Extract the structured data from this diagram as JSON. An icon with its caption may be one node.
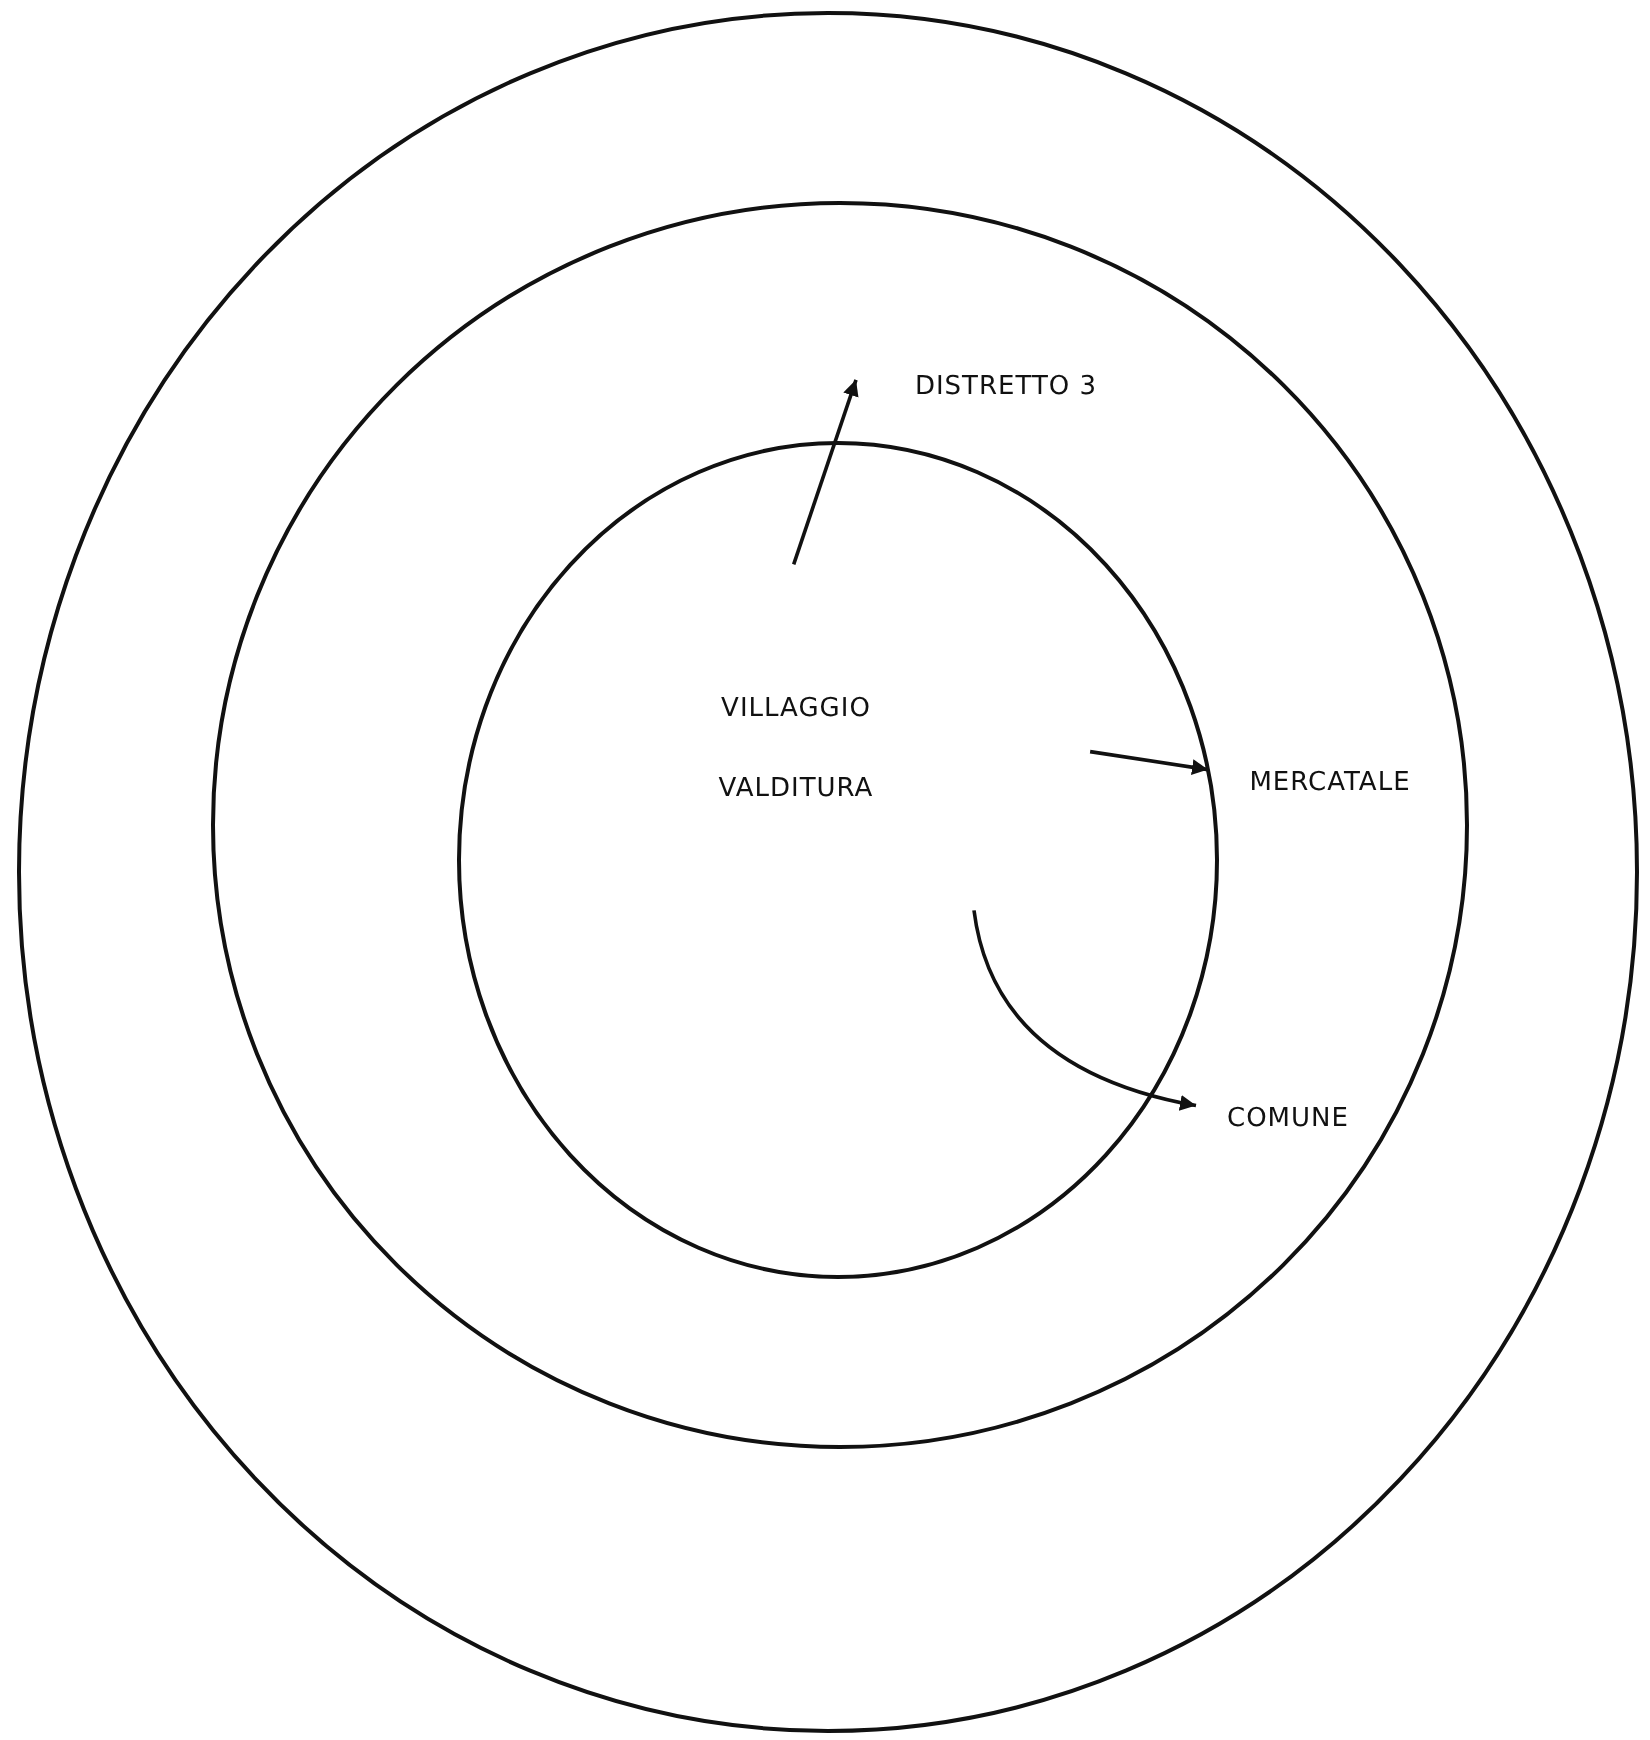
{
  "diagram": {
    "nodes": [
      {
        "text": [],
        "shape": "circle"
      },
      {
        "text": [],
        "shape": "circle",
        "in": 0
      },
      {
        "text": [
          "VILLAGGIO VALDITURA"
        ],
        "in": 1
      },
      {
        "text": [
          "DISTRETTO 3"
        ],
        "in": 1
      },
      {
        "text": [
          "MERCATALE"
        ],
        "in": 1
      },
      {
        "text": [
          "COMUNE"
        ],
        "in": 1
      }
    ],
    "edges": [
      {
        "from": 2,
        "to": 3,
        "arrow": "to"
      },
      {
        "from": 2,
        "to": 4,
        "arrow": "to"
      },
      {
        "from": 2,
        "to": 5,
        "arrow": "to"
      }
    ]
  }
}
